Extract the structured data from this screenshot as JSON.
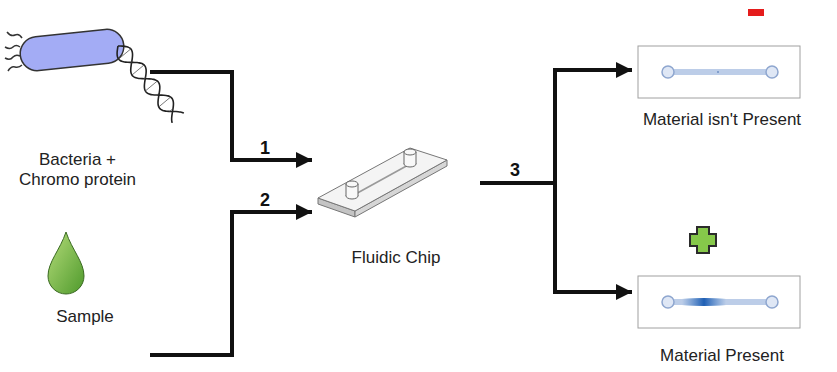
{
  "diagram": {
    "nodes": [
      {
        "text": [
          "Bacteria + Chromo protein"
        ]
      },
      {
        "text": [
          "Sample"
        ]
      },
      {
        "text": [
          "Fluidic Chip"
        ]
      },
      {
        "text": [
          "Material isn't Present"
        ]
      },
      {
        "text": [
          "Material Present"
        ]
      }
    ],
    "edges": [
      {
        "from": 0,
        "to": 2,
        "arrow": "to",
        "label": "1"
      },
      {
        "from": 1,
        "to": 2,
        "arrow": "to",
        "label": "2"
      },
      {
        "from": 2,
        "to": 3,
        "arrow": "to",
        "label": "3"
      },
      {
        "from": 2,
        "to": 4,
        "arrow": "to"
      }
    ]
  }
}
